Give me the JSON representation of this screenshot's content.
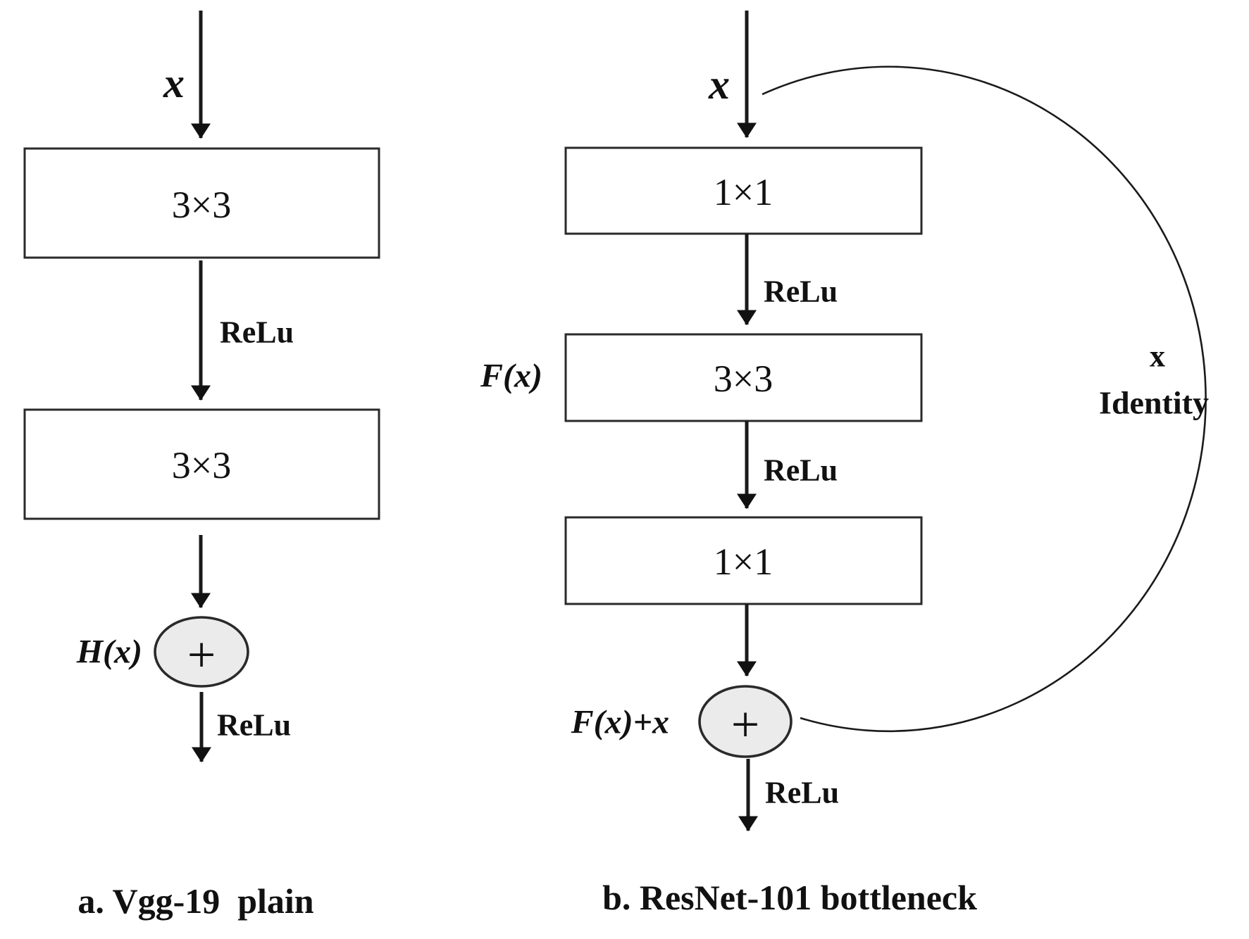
{
  "colors": {
    "background": "#ffffff",
    "line": "#1a1a1a",
    "box_stroke": "#2a2a2a",
    "box_fill": "#ffffff",
    "sum_fill": "#ebebeb",
    "text": "#111111"
  },
  "left_diagram": {
    "input_label": "x",
    "conv_boxes": [
      "3×3",
      "3×3"
    ],
    "relu_label_1": "ReLu",
    "relu_label_2": "ReLu",
    "sum_label": "H(x)",
    "sum_symbol": "+",
    "caption": "a. Vgg-19  plain"
  },
  "right_diagram": {
    "input_label": "x",
    "conv_boxes": [
      "1×1",
      "3×3",
      "1×1"
    ],
    "relu_label_1": "ReLu",
    "relu_label_2": "ReLu",
    "relu_label_3": "ReLu",
    "fx_label": "F(x)",
    "sum_label": "F(x)+x",
    "sum_symbol": "+",
    "identity_label_line1": "x",
    "identity_label_line2": "Identity",
    "caption": "b. ResNet-101 bottleneck"
  }
}
